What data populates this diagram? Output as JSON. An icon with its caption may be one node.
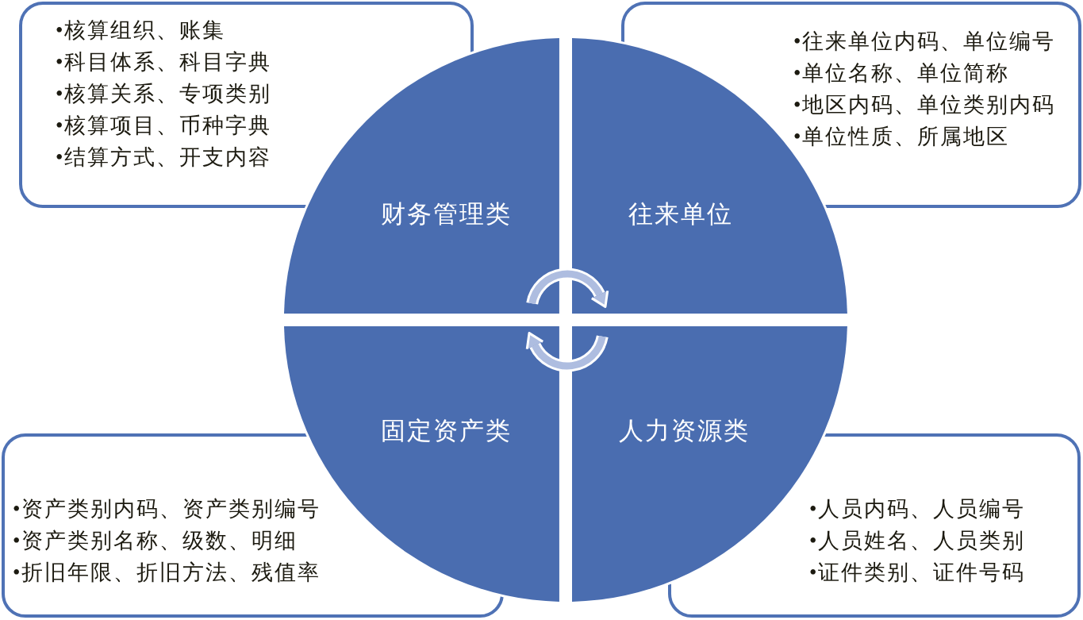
{
  "diagram": {
    "nodes": [
      {
        "text": [
          "•核算组织、账集",
          "•科目体系、科目字典",
          "•核算关系、专项类别",
          "•核算项目、币种字典",
          "•结算方式、开支内容"
        ]
      },
      {
        "text": [
          "•往来单位内码、单位编号",
          "•单位名称、单位简称",
          "•地区内码、单位类别内码",
          "•单位性质、所属地区"
        ]
      },
      {
        "text": [
          "财务管理类"
        ]
      },
      {
        "text": [
          "往来单位"
        ]
      },
      {
        "text": [
          "固定资产类"
        ]
      },
      {
        "text": [
          "人力资源类"
        ]
      },
      {
        "text": [
          "•资产类别内码、资产类别编号",
          "•资产类别名称、级数、明细",
          "•折旧年限、折旧方法、残值率"
        ]
      },
      {
        "text": [
          "•人员内码、人员编号",
          "•人员姓名、人员类别",
          "•证件类别、证件号码"
        ]
      }
    ],
    "edges": [
      {
        "from": 2,
        "to": 3,
        "arrow": "to"
      },
      {
        "from": 5,
        "to": 4,
        "arrow": "to"
      }
    ]
  }
}
